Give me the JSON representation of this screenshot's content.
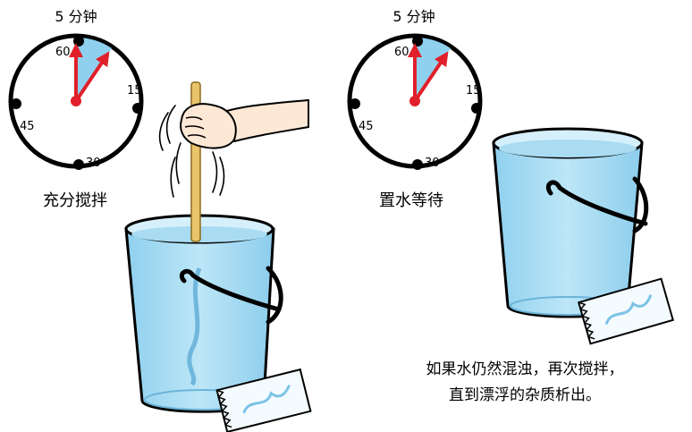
{
  "steps": [
    {
      "clock_title": "5 分钟",
      "label": "充分搅拌",
      "ticks": {
        "top": "60",
        "right": "15",
        "bottom": "30",
        "left": "45"
      }
    },
    {
      "clock_title": "5 分钟",
      "label": "置水等待",
      "ticks": {
        "top": "60",
        "right": "15",
        "bottom": "30",
        "left": "45"
      }
    }
  ],
  "caption": {
    "line1": "如果水仍然混浊，再次搅拌，",
    "line2": "直到漂浮的杂质析出。"
  },
  "colors": {
    "water": "#a9dcf2",
    "water_dark": "#7cc3e6",
    "clock_hands": "#e0202a",
    "clock_wedge": "#8fd0ef",
    "stick": "#e9c46a",
    "skin": "#fde8d6"
  },
  "icons": [
    "clock-icon",
    "bucket-icon",
    "stirring-hand-icon",
    "stick-icon",
    "packet-icon"
  ]
}
